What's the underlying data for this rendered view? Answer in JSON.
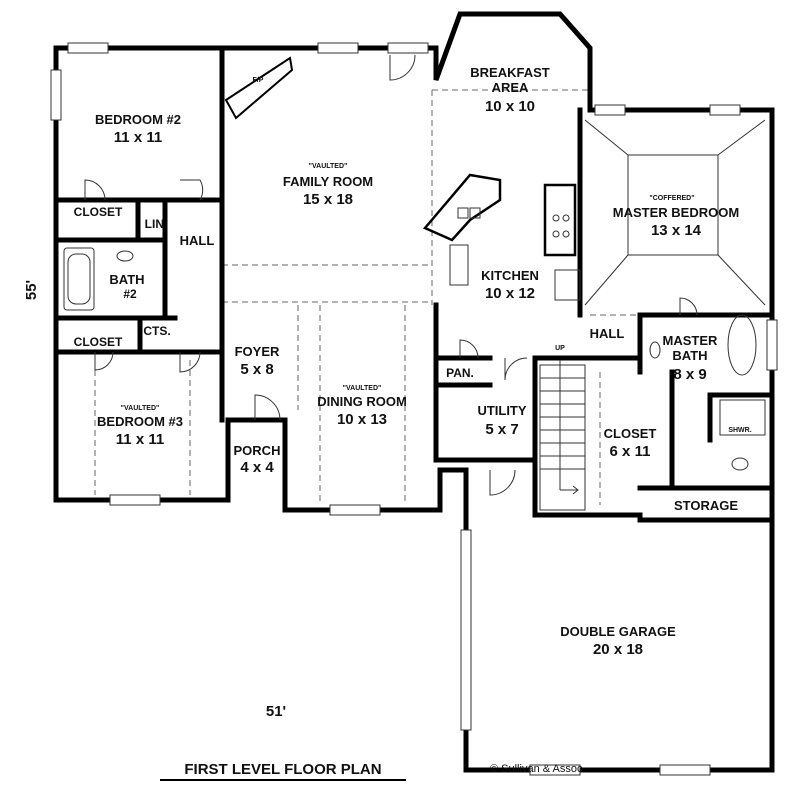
{
  "title": "FIRST LEVEL FLOOR PLAN",
  "copyright": "© Sullivan & Assoc.",
  "dimensions": {
    "width": "51'",
    "depth": "55'"
  },
  "rooms": {
    "bedroom2": {
      "name": "BEDROOM #2",
      "size": "11 x 11"
    },
    "family": {
      "note": "\"VAULTED\"",
      "name": "FAMILY ROOM",
      "size": "15 x 18"
    },
    "fp": "F/P",
    "breakfast": {
      "name1": "BREAKFAST",
      "name2": "AREA",
      "size": "10 x 10"
    },
    "master": {
      "note": "\"COFFERED\"",
      "name": "MASTER BEDROOM",
      "size": "13 x 14"
    },
    "closet_top": "CLOSET",
    "lin": "LIN.",
    "hall_left": "HALL",
    "bath2": {
      "name": "BATH",
      "num": "#2"
    },
    "kitchen": {
      "name": "KITCHEN",
      "size": "10 x 12"
    },
    "hall_right": "HALL",
    "closet_mid": "CLOSET",
    "cts": "CTS.",
    "foyer": {
      "name": "FOYER",
      "size": "5 x 8"
    },
    "master_bath": {
      "name1": "MASTER",
      "name2": "BATH",
      "size": "8 x 9"
    },
    "up": "UP",
    "pan": "PAN.",
    "utility": {
      "name": "UTILITY",
      "size": "5 x 7"
    },
    "dining": {
      "note": "\"VAULTED\"",
      "name": "DINING ROOM",
      "size": "10 x 13"
    },
    "bedroom3": {
      "note": "\"VAULTED\"",
      "name": "BEDROOM #3",
      "size": "11 x 11"
    },
    "closet_master": {
      "name": "CLOSET",
      "size": "6 x 11"
    },
    "shwr": "SHWR.",
    "porch": {
      "name": "PORCH",
      "size": "4 x 4"
    },
    "storage": "STORAGE",
    "garage": {
      "name": "DOUBLE GARAGE",
      "size": "20 x 18"
    }
  }
}
